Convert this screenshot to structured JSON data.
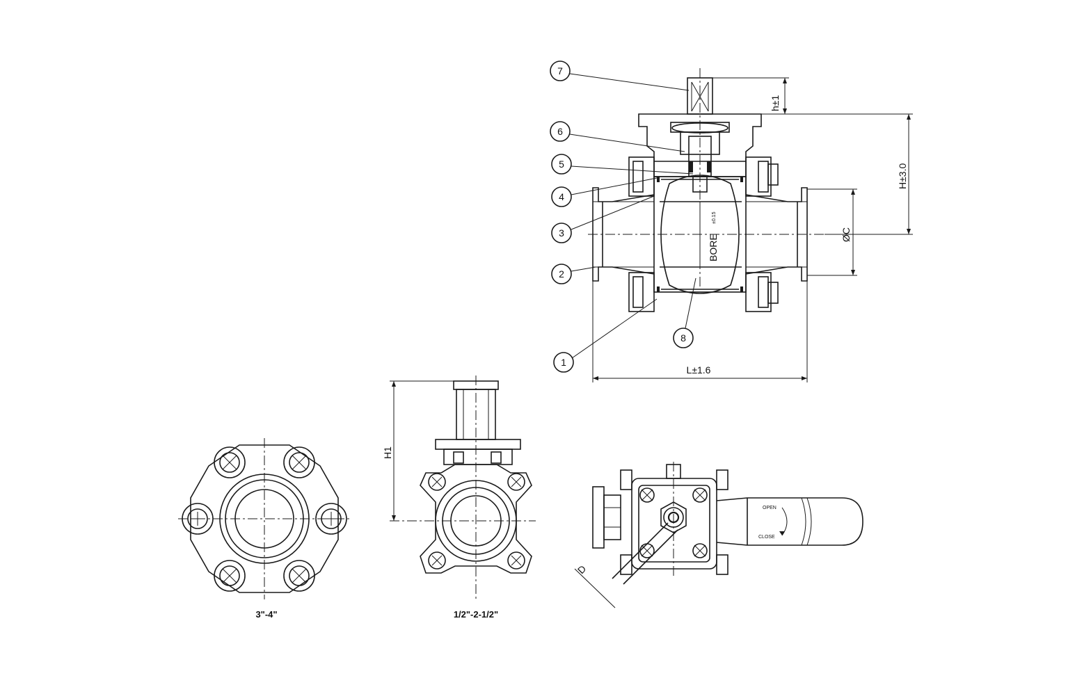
{
  "callouts": [
    "7",
    "6",
    "5",
    "4",
    "3",
    "2",
    "1",
    "8"
  ],
  "dimensions": {
    "h": "h±1",
    "H": "H±3.0",
    "C": "ØC",
    "L": "L±1.6",
    "H1": "H1",
    "D": "D",
    "bore": "BORE",
    "bore_tol": "±0.15"
  },
  "handle_labels": {
    "open": "OPEN",
    "close": "CLOSE"
  },
  "view_captions": {
    "left": "3\"-4\"",
    "middle": "1/2\"-2-1/2\""
  }
}
